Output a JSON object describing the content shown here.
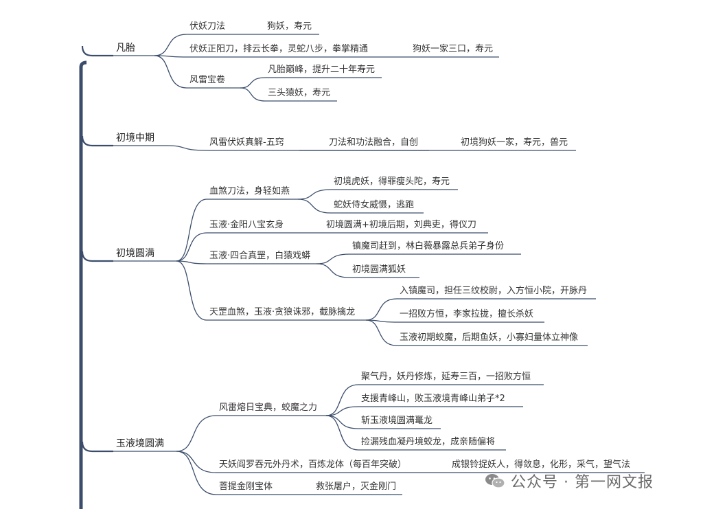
{
  "mindmap": {
    "trunk_color": "#3b4d6b",
    "branch_color": "#3b4d6b",
    "nodes": {
      "n1": "凡胎",
      "n1a": "伏妖刀法",
      "n1a1": "狗妖，寿元",
      "n1b": "伏妖正阳刀，排云长拳，灵蛇八步，拳掌精通",
      "n1b1": "狗妖一家三口，寿元",
      "n1c": "风雷宝卷",
      "n1c1": "凡胎巅峰，提升二十年寿元",
      "n1c2": "三头猿妖，寿元",
      "n2": "初境中期",
      "n2a": "风雷伏妖真解-五窍",
      "n2a1": "刀法和功法融合，自创",
      "n2a2": "初境狗妖一家，寿元，兽元",
      "n3": "初境圆满",
      "n3a": "血煞刀法，身轻如燕",
      "n3a1": "初境虎妖，得罪瘦头陀，寿元",
      "n3a2": "蛇妖侍女威慑，逃跑",
      "n3b": "玉液·金阳八宝玄身",
      "n3b1": "初境圆满+初境后期，刘典吏，得仪刀",
      "n3c": "玉液·四合真罡，白猿戏蟒",
      "n3c1": "镇魔司赶到，林白薇暴露总兵弟子身份",
      "n3c2": "初境圆满狐妖",
      "n3d": "天罡血煞，玉液·贪狼诛邪，截脉擒龙",
      "n3d1": "入镇魔司，担任三纹校尉，入方恒小院，开脉丹",
      "n3d2": "一招败方恒，李家拉拢，擅长杀妖",
      "n3d3": "玉液初期蛟魔，后期鱼妖，小寡妇量体立神像",
      "n4": "玉液境圆满",
      "n4a": "风雷熔日宝典，蛟魔之力",
      "n4a1": "聚气丹，妖丹修炼，延寿三百，一招败方恒",
      "n4a2": "支援青峰山，败玉液境青峰山弟子*2",
      "n4a3": "斩玉液境圆满鼍龙",
      "n4a4": "捡漏残血凝丹境蛟龙，成亲随偏将",
      "n4b": "天妖阎罗吞元外丹术，百炼龙体（每百年突破）",
      "n4b1": "成银铃捉妖人，得敛息，化形，采气，望气法",
      "n4c": "菩提金刚宝体",
      "n4c1": "救张屠户，灭金刚门"
    }
  },
  "watermark": {
    "icon": "wechat-icon",
    "text": "公众号 · 第一网文报"
  }
}
